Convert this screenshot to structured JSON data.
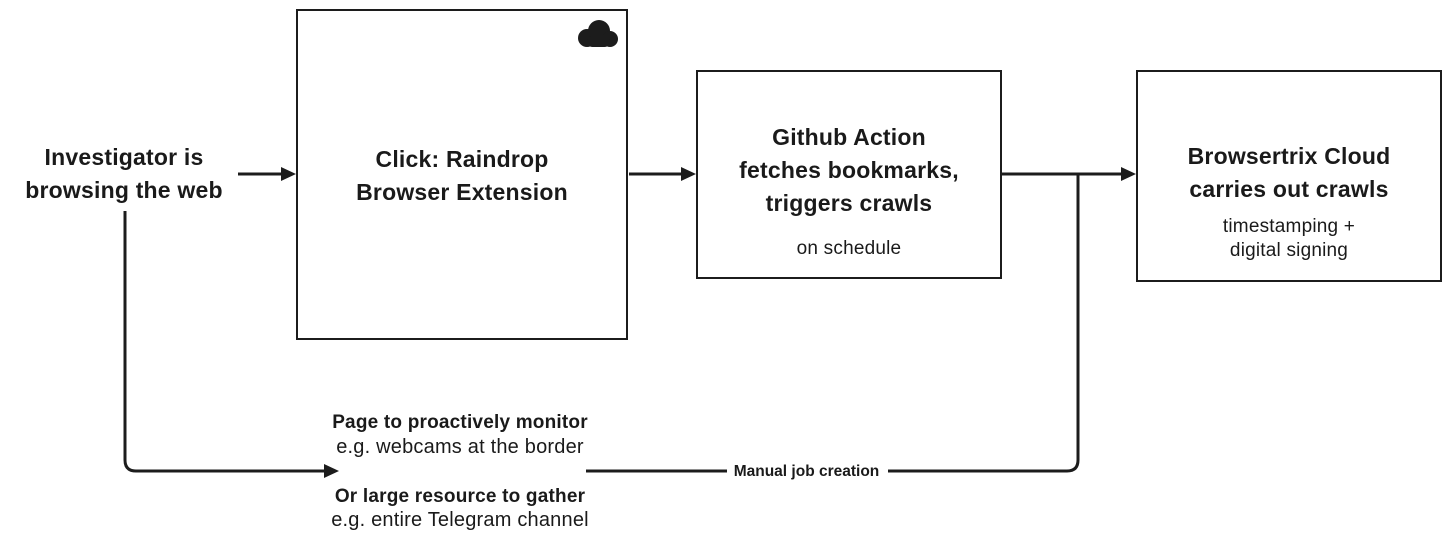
{
  "diagram": {
    "investigator": {
      "lines": [
        "Investigator is",
        "browsing the web"
      ]
    },
    "raindrop": {
      "title_lines": [
        "Click: Raindrop",
        "Browser Extension"
      ],
      "icon": "cloud-icon"
    },
    "github": {
      "title_lines": [
        "Github Action",
        "fetches bookmarks,",
        "triggers crawls"
      ],
      "subtitle": "on schedule"
    },
    "browsertrix": {
      "title_lines": [
        "Browsertrix Cloud",
        "carries out crawls"
      ],
      "subtitle_lines": [
        "timestamping +",
        "digital signing"
      ]
    },
    "manual": {
      "option1": {
        "title": "Page to proactively monitor",
        "example": "e.g. webcams at the border"
      },
      "option2": {
        "title": "Or large resource to gather",
        "example": "e.g. entire Telegram channel"
      },
      "edge_label": "Manual job creation"
    },
    "colors": {
      "ink": "#1a1a1a",
      "line": "#1c1c1c",
      "background": "#ffffff"
    }
  }
}
